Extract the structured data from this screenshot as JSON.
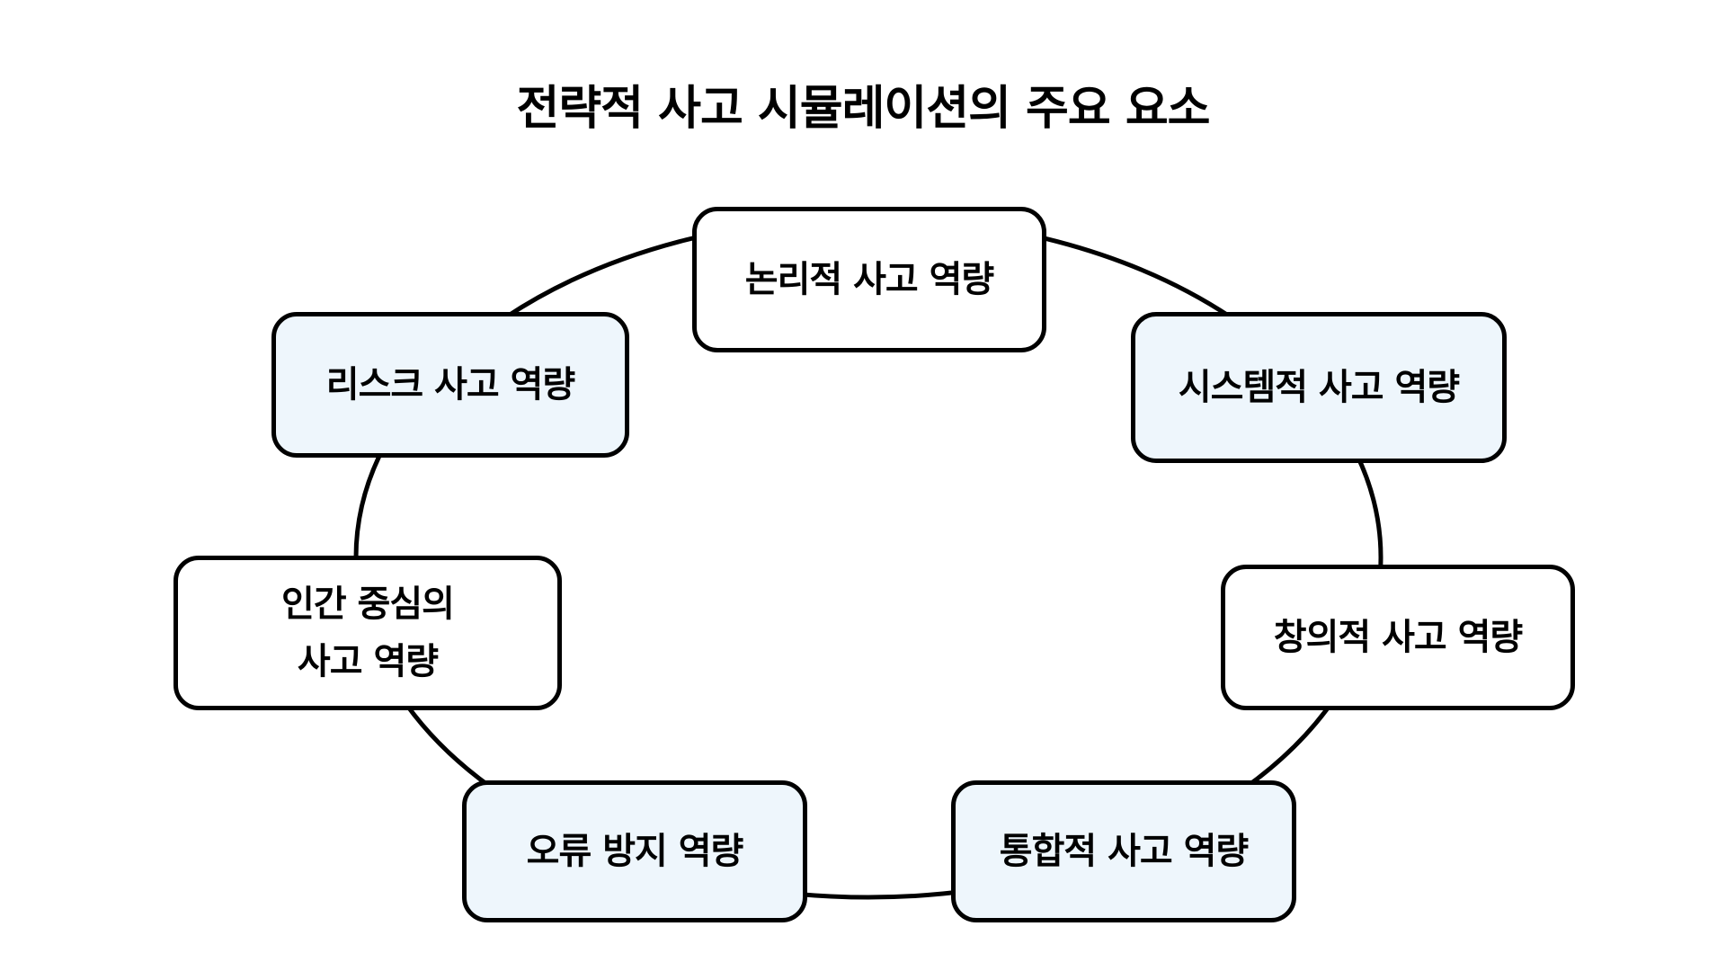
{
  "title": "전략적 사고 시뮬레이션의 주요 요소",
  "nodes": [
    {
      "id": "logic",
      "label": "논리적 사고 역량",
      "fill": "#ffffff"
    },
    {
      "id": "system",
      "label": "시스템적 사고 역량",
      "fill": "#eef6fc"
    },
    {
      "id": "creative",
      "label": "창의적 사고 역량",
      "fill": "#ffffff"
    },
    {
      "id": "integ",
      "label": "통합적 사고 역량",
      "fill": "#eef6fc"
    },
    {
      "id": "error",
      "label": "오류 방지 역량",
      "fill": "#eef6fc"
    },
    {
      "id": "human",
      "label": "인간 중심의\n사고 역량",
      "fill": "#ffffff"
    },
    {
      "id": "risk",
      "label": "리스크 사고 역량",
      "fill": "#eef6fc"
    }
  ],
  "colors": {
    "stroke": "#000000",
    "tint": "#eef6fc",
    "background": "#ffffff"
  }
}
